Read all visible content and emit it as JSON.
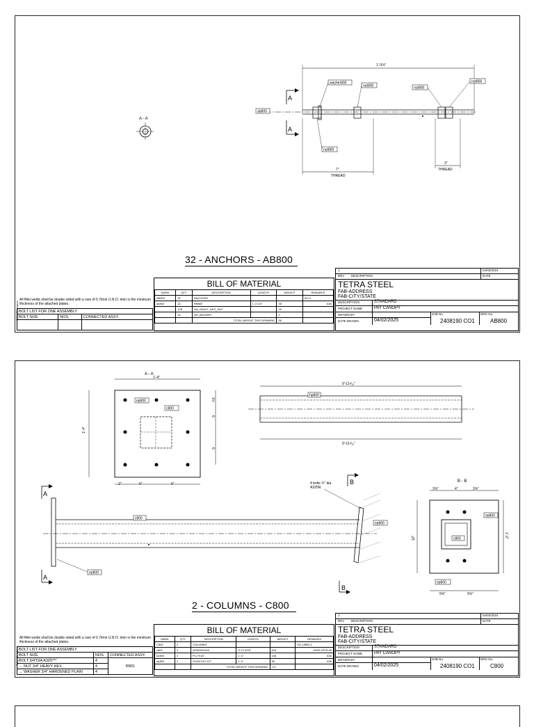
{
  "sheets": [
    {
      "title": "32 - ANCHORS - AB800",
      "drawing": {
        "section": "A - A",
        "overall_length": "1'-3⅛\"",
        "thread_left": "7\"",
        "thread_left_label": "THREAD",
        "thread_right": "3\"",
        "thread_right_label": "THREAD",
        "section_marks": [
          "A",
          "A"
        ],
        "callouts": [
          "ab800",
          "washer800",
          "nut800",
          "nut800",
          "nut800",
          "nut800"
        ]
      },
      "bom": {
        "title": "BILL OF MATERIAL",
        "headers": [
          "MARK",
          "QTY",
          "DESCRIPTION",
          "LENGTH",
          "WEIGHT",
          "REMARKS"
        ],
        "rows": [
          [
            "AB800",
            "32",
            "ANCHORS",
            "",
            "",
            "SG-2"
          ],
          [
            "ab800",
            "32",
            "RBB/8\"",
            "1'-3 1/4\"",
            "38",
            "A36"
          ],
          [
            "",
            "128",
            "3/8_HEAVY_HEX_NUT",
            "",
            "16",
            ""
          ],
          [
            "",
            "32",
            "3/8_WASHER",
            "",
            "2",
            ""
          ]
        ],
        "total_label": "TOTAL WEIGHT THIS DRAWING",
        "total_value": "36"
      },
      "notes": "All fillet welds shall be double sided with a size of 0.7tmin U.N.O. tmin is the minimum thickness of the attached plates.",
      "bolt_list_title": "BOLT LIST FOR ONE ASSEMBLY",
      "bolt_headers": [
        "BOLT SIZE",
        "NOS.",
        "CONNECTED ASSY."
      ],
      "bolt_rows": [],
      "tekla": "Tekla Structures",
      "titleblock": {
        "rev": "1",
        "rev_date": "04/02/2024",
        "rev_label": "REV",
        "desc_label": "DESCRIPTION",
        "date_label": "DATE",
        "company": "TETRA STEEL",
        "address": "FAB-ADDRESS",
        "city": "FAB-CITY/STATE",
        "description_label": "DESCRIPTION",
        "description": "STANDARD",
        "project_label": "PROJECT NAME",
        "project": "PAY CANOPY",
        "drawn_by_label": "DRAWN BY",
        "date_drawn_label": "DATE DRAWN",
        "date_drawn": "04/02/2025",
        "job_label": "JOB No.",
        "job": "2408190 CO1",
        "dwg_label": "DRG No.",
        "dwg": "AB800"
      }
    },
    {
      "title": "2 - COLUMNS - C800",
      "drawing": {
        "section_aa": "A - A",
        "plate_width": "1'-4\"",
        "plate_height": "1'-4\"",
        "dims_bottom": [
          "2\"",
          "6\"",
          "6\""
        ],
        "dims_right": [
          "1½",
          "6",
          "6"
        ],
        "tube_length_top": "9'-11⁹⁄₁₆\"",
        "tube_length_bottom": "9'-11⁹⁄₁₆\"",
        "bolts_note_1": "4 bolts ¾\" dia.",
        "bolts_note_2": "A325N",
        "section_bb": "B - B",
        "bb_dims_top": [
          "3⅜\"",
          "4\"",
          "3⅜\""
        ],
        "bb_dims_bottom": [
          "5⅜\"",
          "5⅜\""
        ],
        "bb_height": "1'-2\"",
        "bb_inner": "10\"",
        "callouts": [
          "ep800",
          "c800",
          "hp800",
          "ep800",
          "c800",
          "ep800",
          "ep800"
        ],
        "section_marks": [
          "A",
          "A",
          "B",
          "B"
        ]
      },
      "bom": {
        "title": "BILL OF MATERIAL",
        "headers": [
          "MARK",
          "QTY",
          "DESCRIPTION",
          "LENGTH",
          "WEIGHT",
          "REMARKS"
        ],
        "rows": [
          [
            "C800",
            "2",
            "COLUMNS",
            "",
            "",
            "SG-1/BB0-1"
          ],
          [
            "c800",
            "2",
            "HSS6X6X3/8",
            "9'-11 9/16\"",
            "516",
            "A500-GR.B-46"
          ],
          [
            "hp800",
            "2",
            "PL1\"X16\"",
            "1'-4\"",
            "146",
            "A36"
          ],
          [
            "ep800",
            "2",
            "PL5/8\"X10 1/2\"",
            "1'-2\"",
            "50",
            "A36"
          ]
        ],
        "total_label": "TOTAL WEIGHT THIS DRAWING",
        "total_value": "711"
      },
      "notes": "All fillet welds shall be double sided with a size of 0.7tmin U.N.O. tmin is the minimum thickness of the attached plates.",
      "bolt_list_title": "BOLT LIST FOR ONE ASSEMBLY",
      "bolt_headers": [
        "BOLT SIZE",
        "NOS.",
        "CONNECTED ASSY."
      ],
      "bolt_rows": [
        [
          "BOLT 3/4\"DIA A325***",
          "4",
          ""
        ],
        [
          "→ NUT 3/4\" HEAVY HEX",
          "4",
          "R801"
        ],
        [
          "→ WASHER 3/4\" HARDENED PLAIN",
          "4",
          ""
        ]
      ],
      "tekla": "Tekla Structures",
      "titleblock": {
        "rev": "1",
        "rev_date": "04/02/2024",
        "rev_label": "REV",
        "desc_label": "DESCRIPTION",
        "date_label": "DATE",
        "company": "TETRA STEEL",
        "address": "FAB-ADDRESS",
        "city": "FAB-CITY/STATE",
        "description_label": "DESCRIPTION",
        "description": "STANDARD",
        "project_label": "PROJECT NAME",
        "project": "PAY CANOPY",
        "drawn_by_label": "DRAWN BY",
        "date_drawn_label": "DATE DRAWN",
        "date_drawn": "04/02/2025",
        "job_label": "JOB No.",
        "job": "2408190 CO1",
        "dwg_label": "DRG No.",
        "dwg": "C800"
      }
    }
  ]
}
